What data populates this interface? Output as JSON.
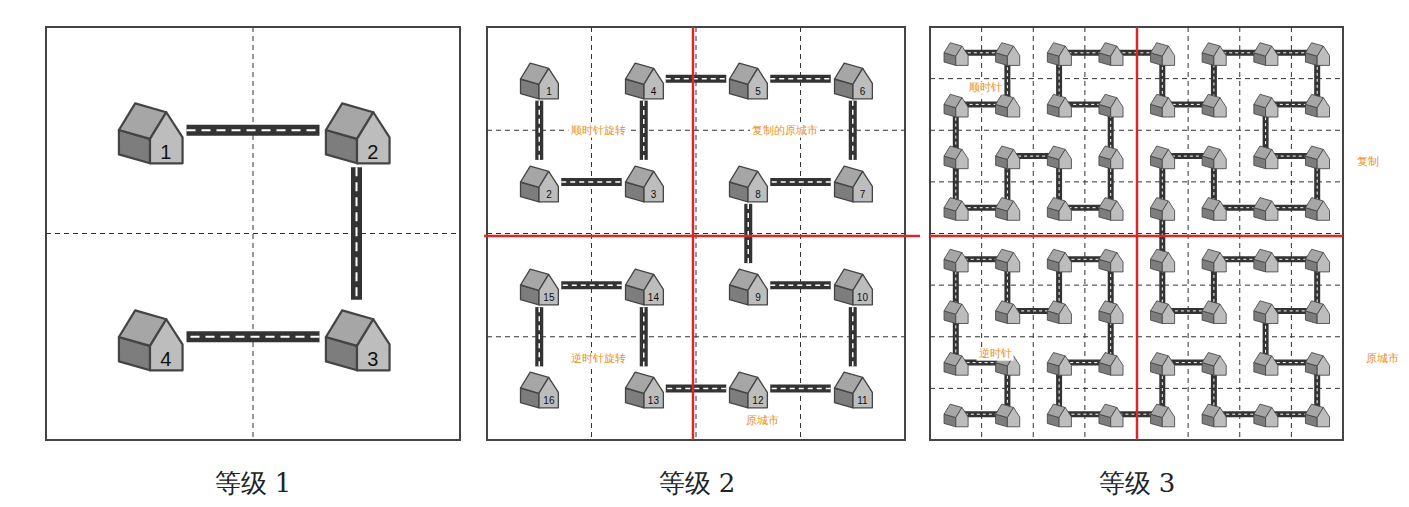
{
  "diagram": {
    "nodes": [
      {
        "text": [
          "1"
        ]
      },
      {
        "text": [
          "2"
        ]
      },
      {
        "text": [
          "3"
        ]
      },
      {
        "text": [
          "4"
        ]
      },
      {
        "text": [
          "1"
        ]
      },
      {
        "text": [
          "2"
        ]
      },
      {
        "text": [
          "3"
        ]
      },
      {
        "text": [
          "4"
        ]
      },
      {
        "text": [
          "5"
        ]
      },
      {
        "text": [
          "6"
        ]
      },
      {
        "text": [
          "7"
        ]
      },
      {
        "text": [
          "8"
        ]
      },
      {
        "text": [
          "9"
        ]
      },
      {
        "text": [
          "10"
        ]
      },
      {
        "text": [
          "11"
        ]
      },
      {
        "text": [
          "12"
        ]
      },
      {
        "text": [
          "13"
        ]
      },
      {
        "text": [
          "14"
        ]
      },
      {
        "text": [
          "15"
        ]
      },
      {
        "text": [
          "16"
        ]
      }
    ],
    "edges": [
      {
        "from": 0,
        "to": 1,
        "arrow": "none"
      },
      {
        "from": 1,
        "to": 2,
        "arrow": "none"
      },
      {
        "from": 2,
        "to": 3,
        "arrow": "none"
      },
      {
        "from": 4,
        "to": 5,
        "arrow": "none"
      },
      {
        "from": 5,
        "to": 6,
        "arrow": "none"
      },
      {
        "from": 6,
        "to": 7,
        "arrow": "none"
      },
      {
        "from": 7,
        "to": 8,
        "arrow": "none"
      },
      {
        "from": 8,
        "to": 9,
        "arrow": "none"
      },
      {
        "from": 9,
        "to": 10,
        "arrow": "none"
      },
      {
        "from": 10,
        "to": 11,
        "arrow": "none"
      },
      {
        "from": 11,
        "to": 12,
        "arrow": "none"
      },
      {
        "from": 12,
        "to": 13,
        "arrow": "none"
      },
      {
        "from": 13,
        "to": 14,
        "arrow": "none"
      },
      {
        "from": 14,
        "to": 15,
        "arrow": "none"
      },
      {
        "from": 15,
        "to": 16,
        "arrow": "none"
      },
      {
        "from": 16,
        "to": 17,
        "arrow": "none"
      },
      {
        "from": 17,
        "to": 18,
        "arrow": "none"
      },
      {
        "from": 18,
        "to": 19,
        "arrow": "none"
      }
    ],
    "labels": [
      "等级 1",
      "等级 2",
      "等级 3",
      "顺时针旋转",
      "复制的原城市",
      "逆时针旋转",
      "原城市",
      "顺时针",
      "复制",
      "逆时针",
      "原城市"
    ]
  }
}
